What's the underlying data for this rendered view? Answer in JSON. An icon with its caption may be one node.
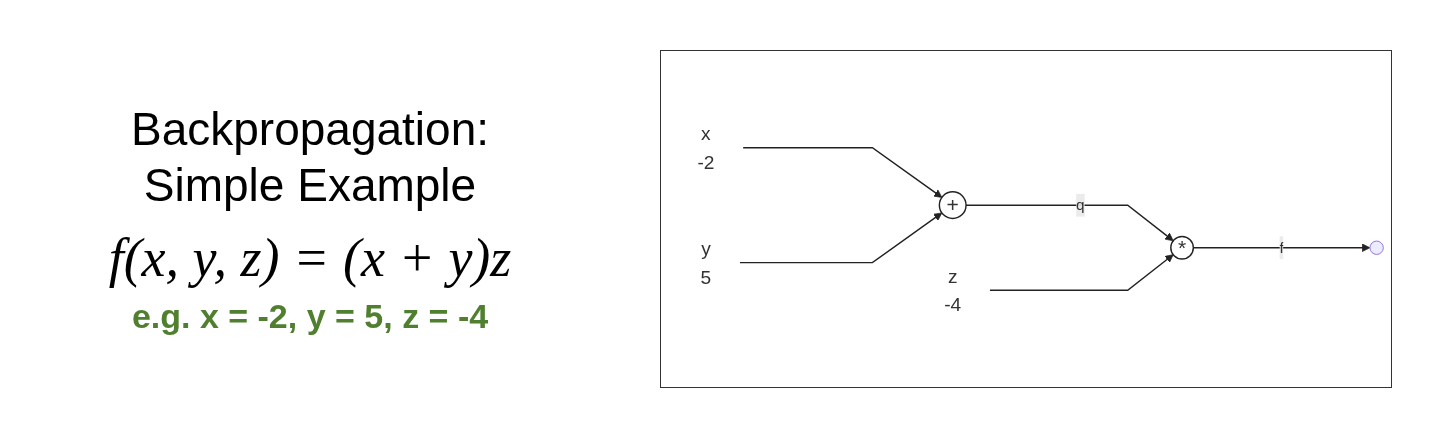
{
  "diagram": {
    "title": "Backpropagation: Simple Example",
    "nodes": [
      {
        "text": [
          "x",
          "-2"
        ]
      },
      {
        "text": [
          "y",
          "5"
        ]
      },
      {
        "text": [
          "z",
          "-4"
        ]
      },
      {
        "text": [
          "+"
        ]
      },
      {
        "text": [
          "*"
        ]
      }
    ],
    "edges": [
      {
        "from": 0,
        "to": 3,
        "arrow": "to"
      },
      {
        "from": 1,
        "to": 3,
        "arrow": "to"
      },
      {
        "from": 3,
        "to": 4,
        "arrow": "to",
        "label": "q"
      },
      {
        "from": 2,
        "to": 4,
        "arrow": "to"
      },
      {
        "from": 4,
        "to": null,
        "arrow": "to",
        "label": "f"
      }
    ],
    "labels": [
      "f(x, y, z) = (x + y)z",
      "e.g. x = -2, y = 5, z = -4"
    ]
  }
}
